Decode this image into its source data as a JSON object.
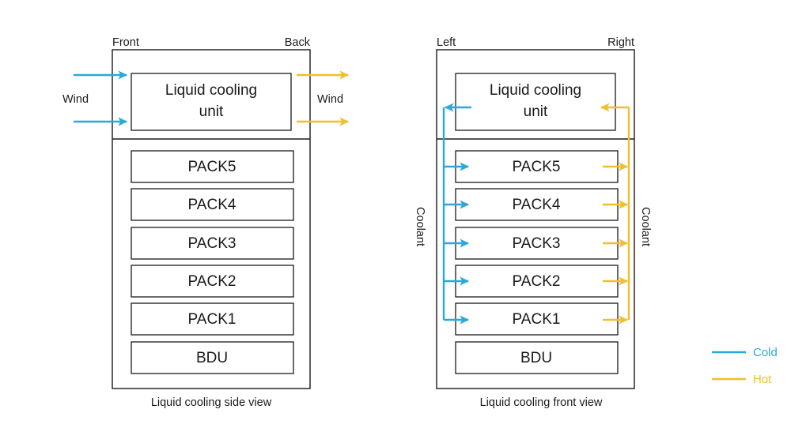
{
  "diagram": {
    "colors": {
      "cold": "#29a8dc",
      "hot": "#efbf2f",
      "stroke": "#1a1a1a",
      "background": "#ffffff"
    },
    "views": [
      {
        "id": "side-view",
        "caption": "Liquid cooling side view",
        "left_edge_label": "Front",
        "right_edge_label": "Back",
        "left_flow_label": "Wind",
        "right_flow_label": "Wind",
        "cooling_unit_label": "Liquid cooling unit",
        "cooling_unit_label_line1": "Liquid cooling",
        "cooling_unit_label_line2": "unit",
        "modules": [
          "PACK5",
          "PACK4",
          "PACK3",
          "PACK2",
          "PACK1",
          "BDU"
        ]
      },
      {
        "id": "front-view",
        "caption": "Liquid cooling front view",
        "left_edge_label": "Left",
        "right_edge_label": "Right",
        "left_flow_label": "Coolant",
        "right_flow_label": "Coolant",
        "cooling_unit_label": "Liquid cooling unit",
        "cooling_unit_label_line1": "Liquid cooling",
        "cooling_unit_label_line2": "unit",
        "modules": [
          "PACK5",
          "PACK4",
          "PACK3",
          "PACK2",
          "PACK1",
          "BDU"
        ]
      }
    ],
    "legend": {
      "items": [
        {
          "label": "Cold",
          "color": "#29a8dc"
        },
        {
          "label": "Hot",
          "color": "#efbf2f"
        }
      ]
    }
  }
}
